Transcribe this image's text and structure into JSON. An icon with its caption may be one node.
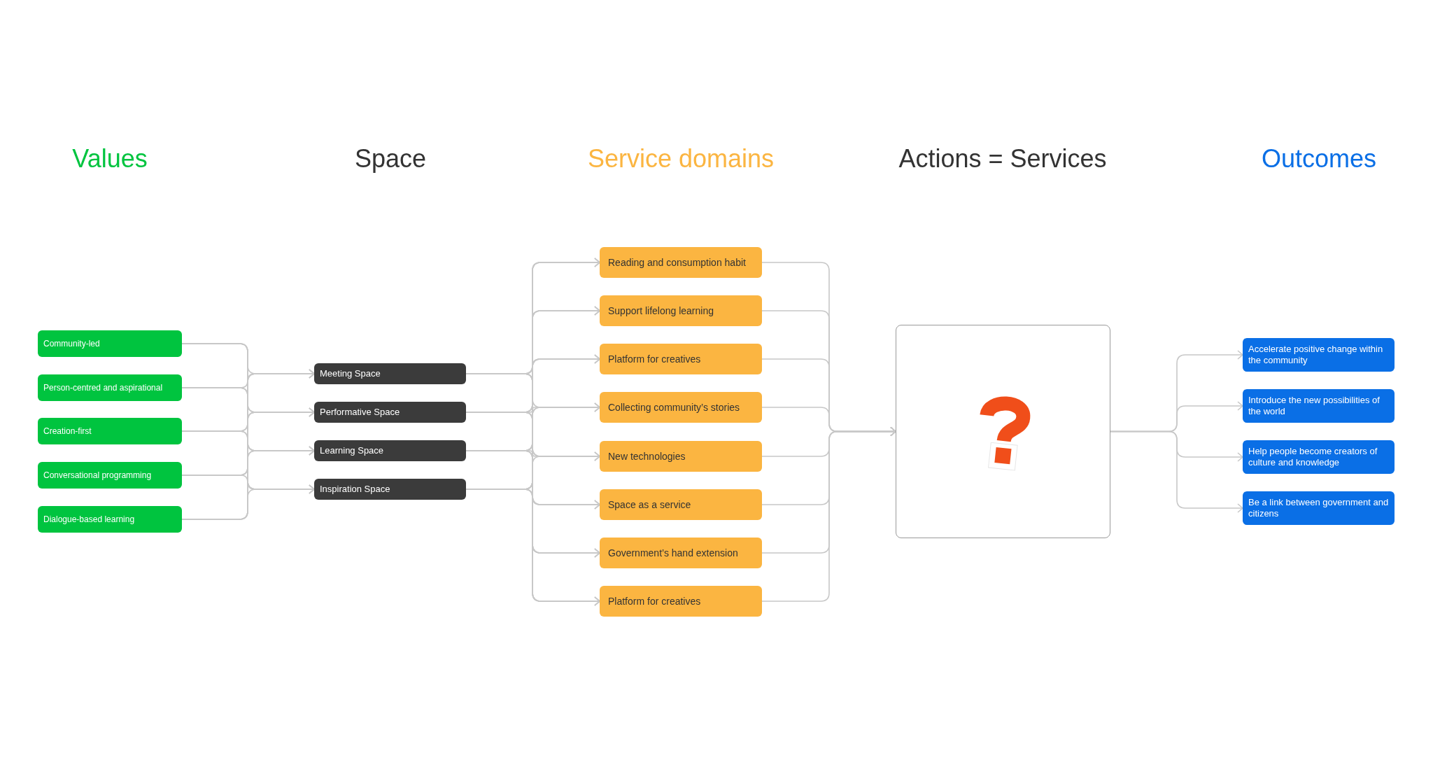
{
  "diagram": {
    "nodes": [
      {
        "text": [
          "Community-led"
        ]
      },
      {
        "text": [
          "Person-centred and aspirational"
        ]
      },
      {
        "text": [
          "Creation-first"
        ]
      },
      {
        "text": [
          "Conversational programming"
        ]
      },
      {
        "text": [
          "Dialogue-based learning"
        ]
      },
      {
        "text": [
          "Meeting Space"
        ]
      },
      {
        "text": [
          "Performative Space"
        ]
      },
      {
        "text": [
          "Learning Space"
        ]
      },
      {
        "text": [
          "Inspiration Space"
        ]
      },
      {
        "text": [
          "Reading and consumption habit"
        ]
      },
      {
        "text": [
          "Support lifelong learning"
        ]
      },
      {
        "text": [
          "Platform for creatives"
        ]
      },
      {
        "text": [
          "Collecting community’s stories"
        ]
      },
      {
        "text": [
          "New technologies"
        ]
      },
      {
        "text": [
          "Space as a service"
        ]
      },
      {
        "text": [
          "Government’s hand extension"
        ]
      },
      {
        "text": [
          "Platform for creatives"
        ]
      },
      {
        "text": [],
        "shape": "box"
      },
      {
        "text": [
          "Accelerate positive change within the community"
        ]
      },
      {
        "text": [
          "Introduce the new possibilities of the world"
        ]
      },
      {
        "text": [
          "Help people become creators of culture and knowledge"
        ]
      },
      {
        "text": [
          "Be a link between government and citizens"
        ]
      }
    ],
    "edges": [
      {
        "from": 0,
        "to": 5,
        "arrow": "to"
      },
      {
        "from": 0,
        "to": 6,
        "arrow": "to"
      },
      {
        "from": 0,
        "to": 7,
        "arrow": "to"
      },
      {
        "from": 0,
        "to": 8,
        "arrow": "to"
      },
      {
        "from": 1,
        "to": 5,
        "arrow": "to"
      },
      {
        "from": 1,
        "to": 6,
        "arrow": "to"
      },
      {
        "from": 1,
        "to": 7,
        "arrow": "to"
      },
      {
        "from": 1,
        "to": 8,
        "arrow": "to"
      },
      {
        "from": 2,
        "to": 5,
        "arrow": "to"
      },
      {
        "from": 2,
        "to": 6,
        "arrow": "to"
      },
      {
        "from": 2,
        "to": 7,
        "arrow": "to"
      },
      {
        "from": 2,
        "to": 8,
        "arrow": "to"
      },
      {
        "from": 3,
        "to": 5,
        "arrow": "to"
      },
      {
        "from": 3,
        "to": 6,
        "arrow": "to"
      },
      {
        "from": 3,
        "to": 7,
        "arrow": "to"
      },
      {
        "from": 3,
        "to": 8,
        "arrow": "to"
      },
      {
        "from": 4,
        "to": 5,
        "arrow": "to"
      },
      {
        "from": 4,
        "to": 6,
        "arrow": "to"
      },
      {
        "from": 4,
        "to": 7,
        "arrow": "to"
      },
      {
        "from": 4,
        "to": 8,
        "arrow": "to"
      },
      {
        "from": 5,
        "to": 9,
        "arrow": "to"
      },
      {
        "from": 5,
        "to": 10,
        "arrow": "to"
      },
      {
        "from": 5,
        "to": 11,
        "arrow": "to"
      },
      {
        "from": 5,
        "to": 12,
        "arrow": "to"
      },
      {
        "from": 5,
        "to": 13,
        "arrow": "to"
      },
      {
        "from": 5,
        "to": 14,
        "arrow": "to"
      },
      {
        "from": 5,
        "to": 15,
        "arrow": "to"
      },
      {
        "from": 5,
        "to": 16,
        "arrow": "to"
      },
      {
        "from": 6,
        "to": 9,
        "arrow": "to"
      },
      {
        "from": 6,
        "to": 10,
        "arrow": "to"
      },
      {
        "from": 6,
        "to": 11,
        "arrow": "to"
      },
      {
        "from": 6,
        "to": 12,
        "arrow": "to"
      },
      {
        "from": 6,
        "to": 13,
        "arrow": "to"
      },
      {
        "from": 6,
        "to": 14,
        "arrow": "to"
      },
      {
        "from": 6,
        "to": 15,
        "arrow": "to"
      },
      {
        "from": 6,
        "to": 16,
        "arrow": "to"
      },
      {
        "from": 7,
        "to": 9,
        "arrow": "to"
      },
      {
        "from": 7,
        "to": 10,
        "arrow": "to"
      },
      {
        "from": 7,
        "to": 11,
        "arrow": "to"
      },
      {
        "from": 7,
        "to": 12,
        "arrow": "to"
      },
      {
        "from": 7,
        "to": 13,
        "arrow": "to"
      },
      {
        "from": 7,
        "to": 14,
        "arrow": "to"
      },
      {
        "from": 7,
        "to": 15,
        "arrow": "to"
      },
      {
        "from": 7,
        "to": 16,
        "arrow": "to"
      },
      {
        "from": 8,
        "to": 9,
        "arrow": "to"
      },
      {
        "from": 8,
        "to": 10,
        "arrow": "to"
      },
      {
        "from": 8,
        "to": 11,
        "arrow": "to"
      },
      {
        "from": 8,
        "to": 12,
        "arrow": "to"
      },
      {
        "from": 8,
        "to": 13,
        "arrow": "to"
      },
      {
        "from": 8,
        "to": 14,
        "arrow": "to"
      },
      {
        "from": 8,
        "to": 15,
        "arrow": "to"
      },
      {
        "from": 8,
        "to": 16,
        "arrow": "to"
      },
      {
        "from": 9,
        "to": 17,
        "arrow": "to"
      },
      {
        "from": 10,
        "to": 17,
        "arrow": "to"
      },
      {
        "from": 11,
        "to": 17,
        "arrow": "to"
      },
      {
        "from": 12,
        "to": 17,
        "arrow": "to"
      },
      {
        "from": 13,
        "to": 17,
        "arrow": "to"
      },
      {
        "from": 14,
        "to": 17,
        "arrow": "to"
      },
      {
        "from": 15,
        "to": 17,
        "arrow": "to"
      },
      {
        "from": 16,
        "to": 17,
        "arrow": "to"
      },
      {
        "from": 17,
        "to": 18,
        "arrow": "to"
      },
      {
        "from": 17,
        "to": 19,
        "arrow": "to"
      },
      {
        "from": 17,
        "to": 20,
        "arrow": "to"
      },
      {
        "from": 17,
        "to": 21,
        "arrow": "to"
      }
    ],
    "labels": [
      "Values",
      "Space",
      "Service domains",
      "Actions = Services",
      "Outcomes"
    ]
  }
}
